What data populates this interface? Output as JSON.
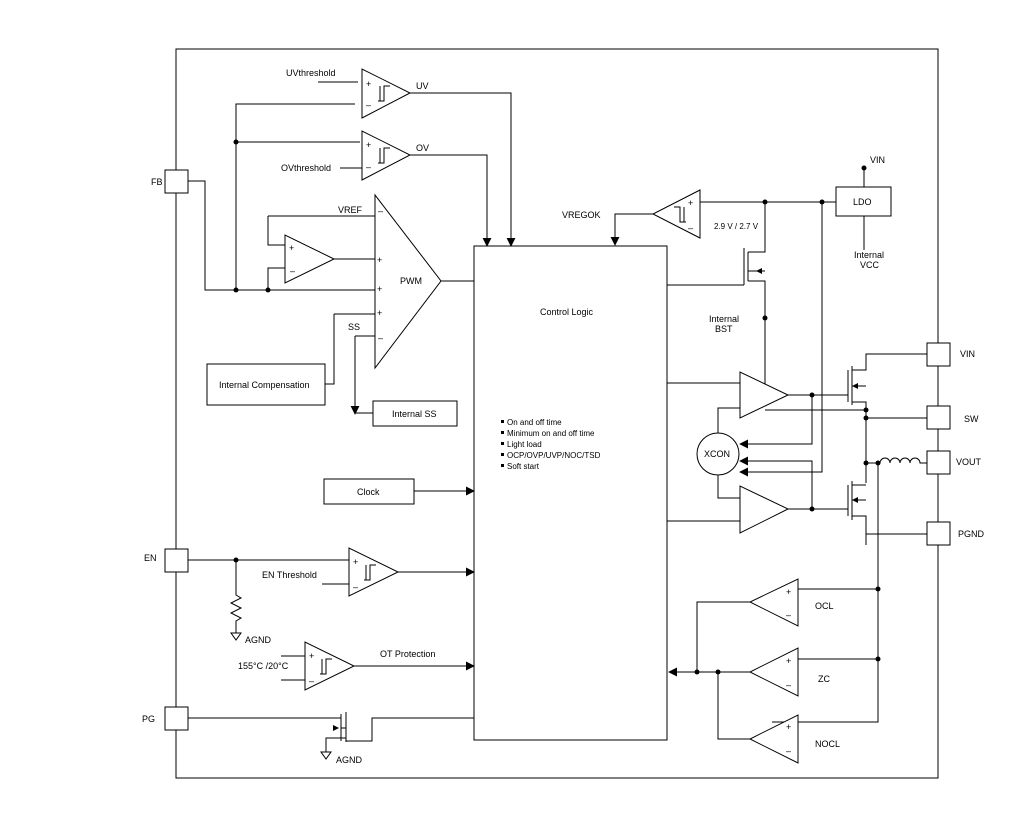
{
  "pins": {
    "fb": "FB",
    "en": "EN",
    "pg": "PG",
    "vin": "VIN",
    "sw": "SW",
    "vout": "VOUT",
    "pgnd": "PGND"
  },
  "labels": {
    "uv_threshold": "UVthreshold",
    "uv": "UV",
    "ov": "OV",
    "ov_threshold": "OVthreshold",
    "vref": "VREF",
    "ss": "SS",
    "pwm": "PWM",
    "internal_compensation": "Internal Compensation",
    "internal_ss": "Internal SS",
    "clock": "Clock",
    "en_threshold": "EN Threshold",
    "agnd_en": "AGND",
    "ot_temp": "155°C /20°C",
    "ot_protection": "OT Protection",
    "agnd_pg": "AGND",
    "vregok": "VREGOK",
    "uvlo_threshold": "2.9 V / 2.7 V",
    "ldo": "LDO",
    "vin_top": "VIN",
    "internal_vcc_1": "Internal",
    "internal_vcc_2": "VCC",
    "internal_bst_1": "Internal",
    "internal_bst_2": "BST",
    "xcon": "XCON",
    "ocl": "OCL",
    "zc": "ZC",
    "nocl": "NOCL",
    "plus": "+",
    "minus": "–"
  },
  "control_logic": {
    "title": "Control Logic",
    "features": [
      "On and off time",
      "Minimum on and off time",
      "Light load",
      "OCP/OVP/UVP/NOC/TSD",
      "Soft start"
    ]
  }
}
